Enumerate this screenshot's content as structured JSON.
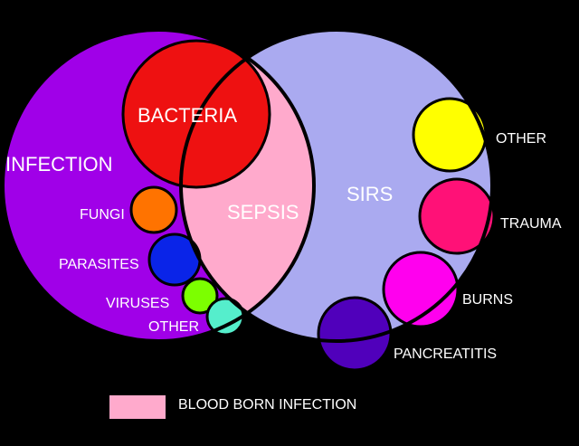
{
  "colors": {
    "background": "#000000",
    "infection": "#a000e8",
    "sirs": "#aaaaf0",
    "sepsis": "#ffaacc",
    "bacteria": "#ee1111",
    "fungi": "#ff7300",
    "parasites": "#0a24e8",
    "viruses": "#7cff00",
    "other_infection": "#55eecc",
    "other_sirs": "#ffff00",
    "trauma": "#ff1177",
    "burns": "#ff00ee",
    "pancreatitis": "#5000bb",
    "outline": "#000000"
  },
  "labels": {
    "infection": "INFECTION",
    "sirs": "SIRS",
    "sepsis": "SEPSIS",
    "bacteria": "BACTERIA",
    "fungi": "FUNGI",
    "parasites": "PARASITES",
    "viruses": "VIRUSES",
    "other_infection": "OTHER",
    "other_sirs": "OTHER",
    "trauma": "TRAUMA",
    "burns": "BURNS",
    "pancreatitis": "PANCREATITIS"
  },
  "legend": {
    "label": "BLOOD BORN INFECTION",
    "color": "#ffaacc"
  }
}
